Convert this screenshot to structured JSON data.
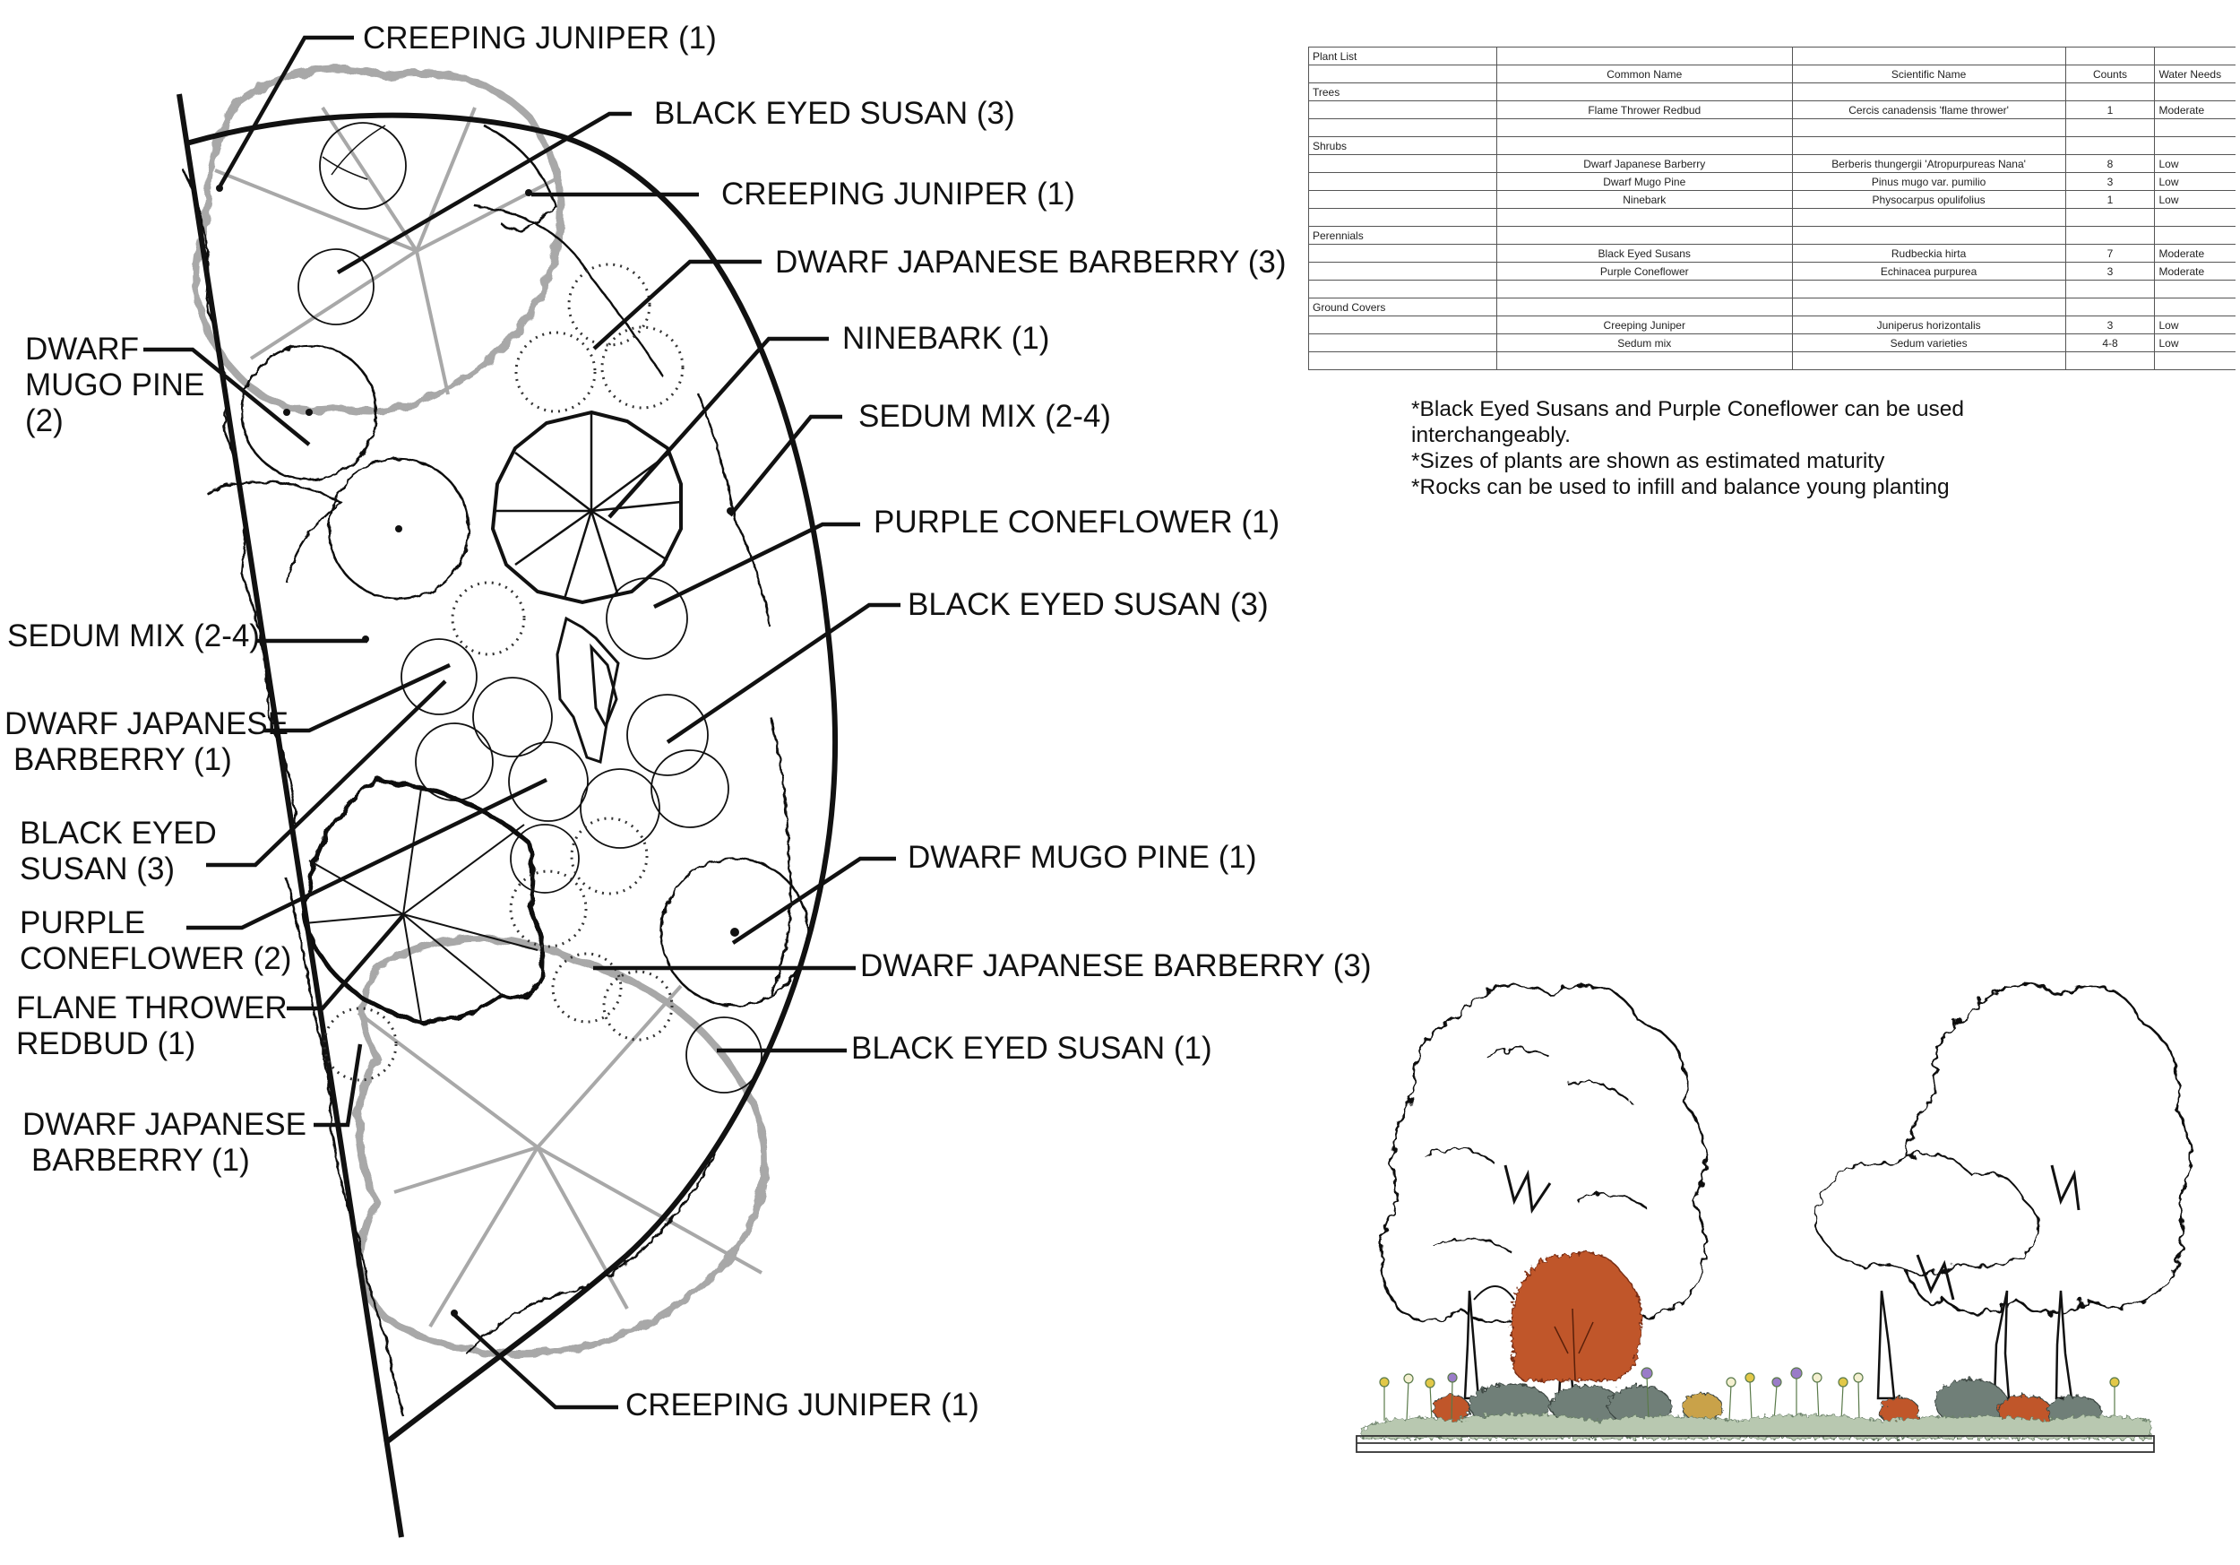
{
  "plan_labels": {
    "creeping_juniper_top": "CREEPING JUNIPER (1)",
    "black_eyed_susan_top": "BLACK EYED SUSAN (3)",
    "creeping_juniper_mid": "CREEPING JUNIPER (1)",
    "dwarf_japanese_barberry_right1": "DWARF JAPANESE BARBERRY (3)",
    "ninebark": "NINEBARK (1)",
    "sedum_mix_right": "SEDUM MIX (2-4)",
    "purple_coneflower_right": "PURPLE CONEFLOWER (1)",
    "black_eyed_susan_right": "BLACK EYED SUSAN (3)",
    "dwarf_mugo_pine_right": "DWARF MUGO PINE (1)",
    "dwarf_japanese_barberry_right2": "DWARF JAPANESE BARBERRY (3)",
    "black_eyed_susan_right_lower": "BLACK EYED SUSAN (1)",
    "creeping_juniper_bottom": "CREEPING JUNIPER (1)",
    "dwarf_mugo_pine_left": [
      "DWARF",
      "MUGO PINE",
      "(2)"
    ],
    "sedum_mix_left": "SEDUM MIX (2-4)",
    "dwarf_japanese_barberry_left1": [
      "DWARF JAPANESE",
      "BARBERRY (1)"
    ],
    "black_eyed_susan_left": [
      "BLACK EYED",
      "SUSAN (3)"
    ],
    "purple_coneflower_left": [
      "PURPLE",
      "CONEFLOWER (2)"
    ],
    "flane_thrower_redbud": [
      "FLANE THROWER",
      "REDBUD (1)"
    ],
    "dwarf_japanese_barberry_left2": [
      "DWARF JAPANESE",
      "BARBERRY (1)"
    ]
  },
  "plant_list": {
    "title": "Plant List",
    "headers": [
      "Common Name",
      "Scientific Name",
      "Counts",
      "Water Needs"
    ],
    "sections": [
      {
        "name": "Trees",
        "rows": [
          {
            "common": "Flame Thrower Redbud",
            "scientific": "Cercis canadensis 'flame thrower'",
            "count": "1",
            "water": "Moderate"
          }
        ]
      },
      {
        "name": "Shrubs",
        "rows": [
          {
            "common": "Dwarf Japanese Barberry",
            "scientific": "Berberis thungergii 'Atropurpureas Nana'",
            "count": "8",
            "water": "Low"
          },
          {
            "common": "Dwarf Mugo Pine",
            "scientific": "Pinus mugo var. pumilio",
            "count": "3",
            "water": "Low"
          },
          {
            "common": "Ninebark",
            "scientific": "Physocarpus opulifolius",
            "count": "1",
            "water": "Low"
          }
        ]
      },
      {
        "name": "Perennials",
        "rows": [
          {
            "common": "Black Eyed Susans",
            "scientific": "Rudbeckia hirta",
            "count": "7",
            "water": "Moderate"
          },
          {
            "common": "Purple Coneflower",
            "scientific": "Echinacea purpurea",
            "count": "3",
            "water": "Moderate"
          }
        ]
      },
      {
        "name": "Ground Covers",
        "rows": [
          {
            "common": "Creeping Juniper",
            "scientific": "Juniperus horizontalis",
            "count": "3",
            "water": "Low"
          },
          {
            "common": "Sedum mix",
            "scientific": "Sedum varieties",
            "count": "4-8",
            "water": "Low"
          }
        ]
      }
    ]
  },
  "notes": [
    "*Black Eyed Susans and Purple Coneflower can be used interchangeably.",
    "*Sizes of plants are shown as estimated maturity",
    "*Rocks can be used to infill and balance young planting"
  ],
  "colors": {
    "ink": "#111111",
    "shadow_gray": "#a8a8a8",
    "redbud_orange": "#c0562a",
    "shrub_gray_green": "#6f7f78",
    "groundcover_green": "#b8c8b0",
    "coneflower_purple": "#9a7cc8",
    "susan_yellow": "#e2c848"
  }
}
